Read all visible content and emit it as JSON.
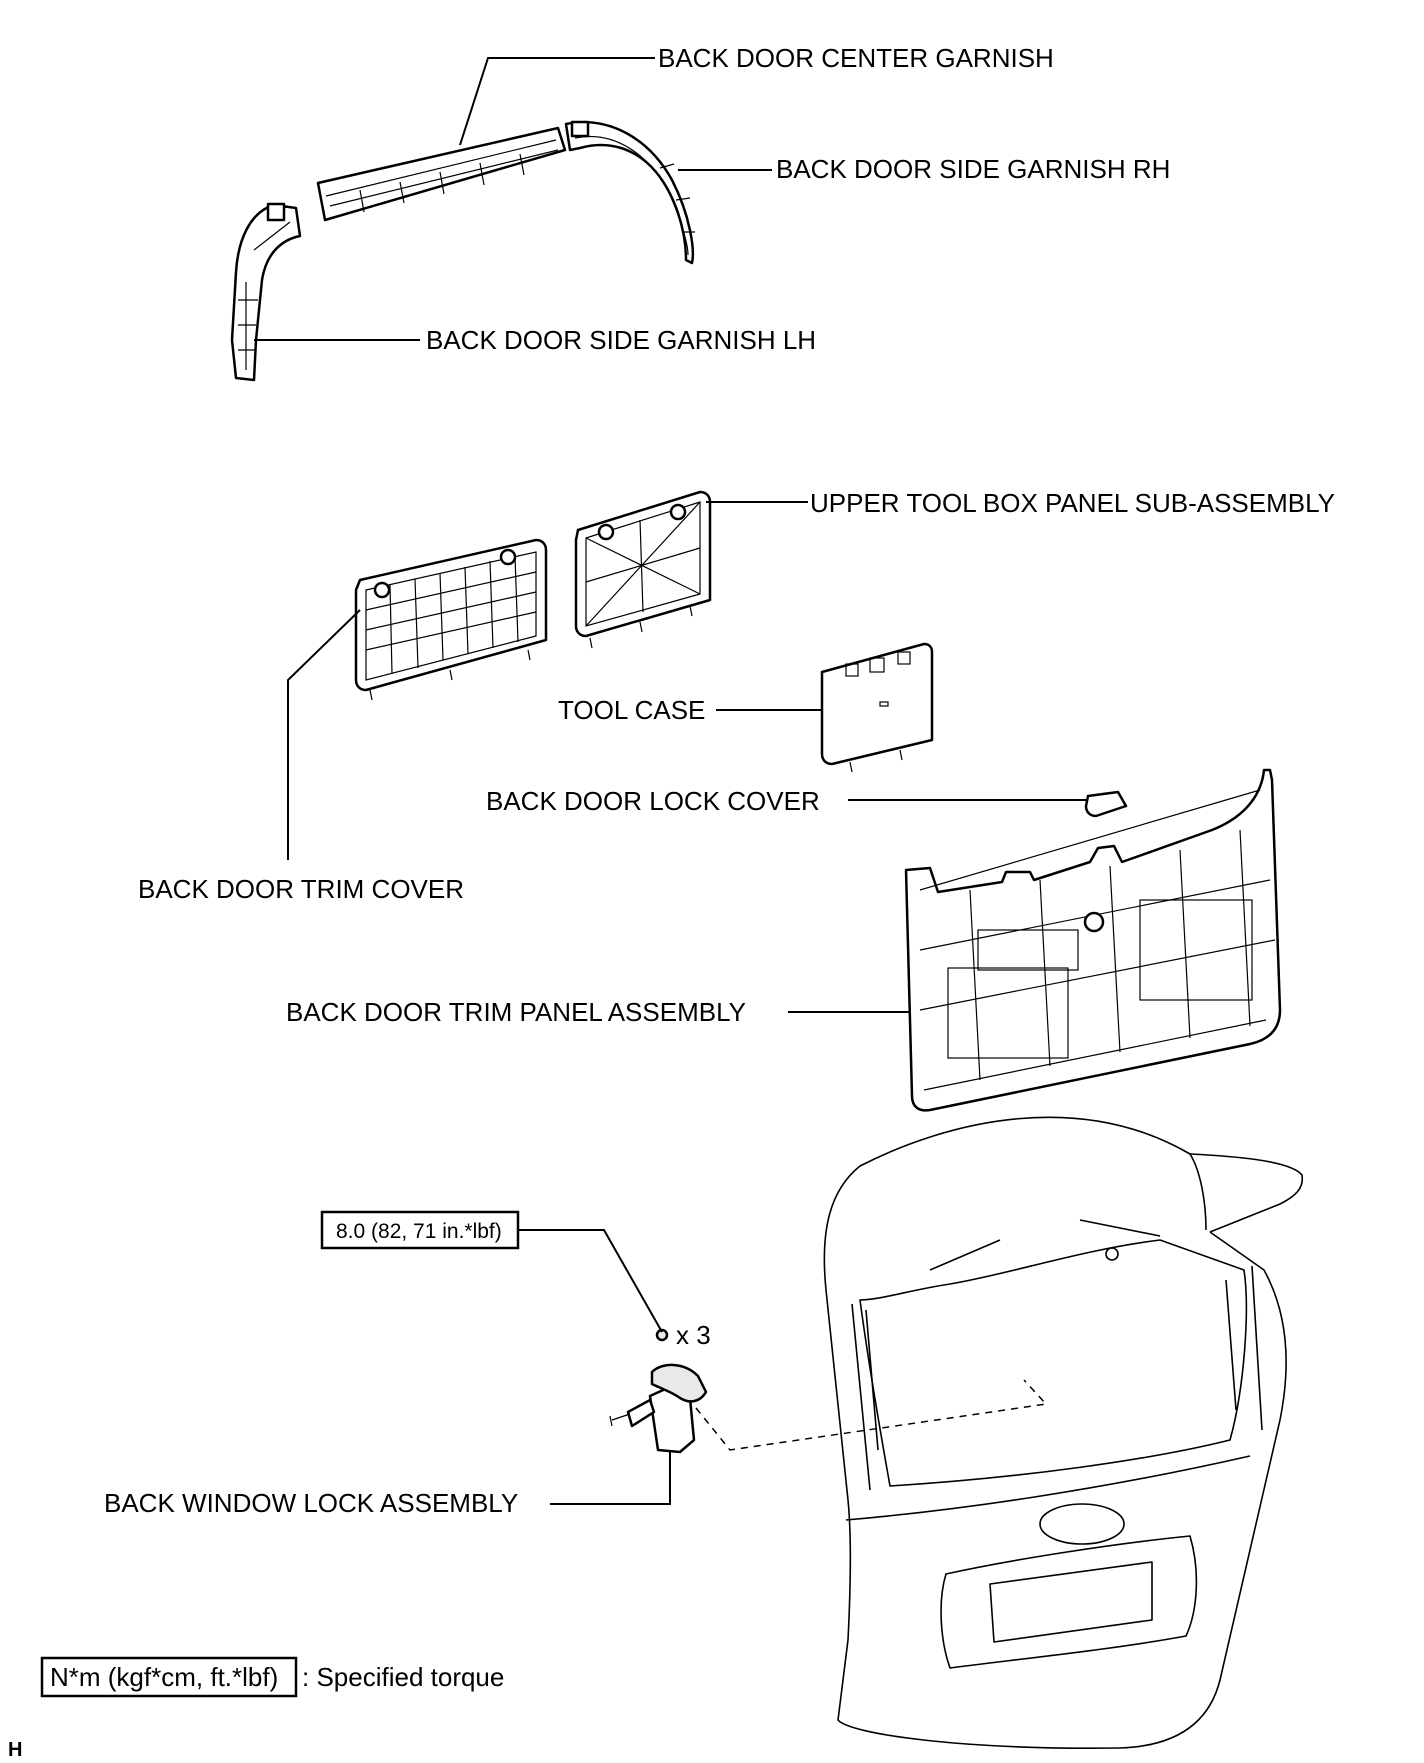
{
  "labels": {
    "center_garnish": "BACK DOOR CENTER GARNISH",
    "side_garnish_rh": "BACK DOOR SIDE GARNISH RH",
    "side_garnish_lh": "BACK DOOR SIDE GARNISH LH",
    "upper_tool_box": "UPPER TOOL BOX PANEL SUB-ASSEMBLY",
    "tool_case": "TOOL CASE",
    "lock_cover": "BACK DOOR LOCK COVER",
    "trim_cover": "BACK DOOR TRIM COVER",
    "trim_panel": "BACK DOOR TRIM PANEL ASSEMBLY",
    "window_lock": "BACK WINDOW LOCK ASSEMBLY"
  },
  "torque": {
    "value": "8.0 (82, 71 in.*lbf)",
    "quantity": "x 3"
  },
  "legend": {
    "unit_box": "N*m (kgf*cm, ft.*lbf)",
    "description": ": Specified torque"
  },
  "footer_code": "H"
}
